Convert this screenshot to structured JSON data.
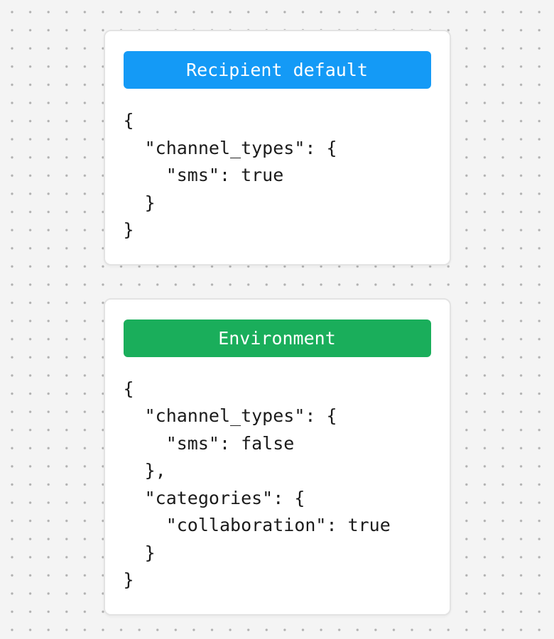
{
  "canvas": {
    "background_color": "#f4f4f4",
    "dot_color": "#b0b0b0"
  },
  "cards": [
    {
      "id": "recipient-default",
      "header": {
        "label": "Recipient default",
        "color": "#149af6",
        "text_color": "#ffffff"
      },
      "code_lines": [
        "{",
        "  \"channel_types\": {",
        "    \"sms\": true",
        "  }",
        "}"
      ]
    },
    {
      "id": "environment",
      "header": {
        "label": "Environment",
        "color": "#1aae5b",
        "text_color": "#ffffff"
      },
      "code_lines": [
        "{",
        "  \"channel_types\": {",
        "    \"sms\": false",
        "  },",
        "  \"categories\": {",
        "    \"collaboration\": true",
        "  }",
        "}"
      ]
    }
  ]
}
